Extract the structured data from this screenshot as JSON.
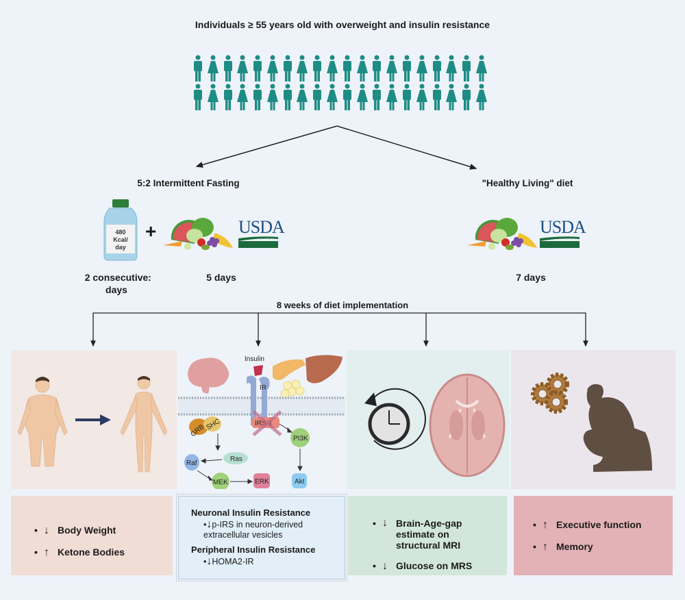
{
  "header": {
    "title": "Individuals ≥ 55 years old with overweight and insulin resistance"
  },
  "population": {
    "rows": 2,
    "per_row": 20,
    "pattern": [
      "male",
      "female"
    ],
    "color": "#1e8c84"
  },
  "arms": {
    "left": {
      "label": "5:2 Intermittent Fasting",
      "bottle_label": [
        "480",
        "Kcal/",
        "day"
      ],
      "fasting_days": "2 consecutive",
      "fasting_days_2": "days",
      "separator": ":",
      "plus": "+",
      "usda": "USDA",
      "normal_days": "5 days"
    },
    "right": {
      "label": "\"Healthy Living\" diet",
      "usda": "USDA",
      "days": "7 days"
    }
  },
  "implementation": {
    "label": "8 weeks of diet implementation"
  },
  "panels": [
    {
      "id": "body",
      "bg": "#f2e8e4",
      "outcomes": [
        {
          "dir": "↓",
          "text": "Body Weight"
        },
        {
          "dir": "↑",
          "text": "Ketone Bodies"
        }
      ],
      "box_bg": "#f0ddd6"
    },
    {
      "id": "insulin",
      "bg": "#eef3f9",
      "labels": {
        "insulin": "Insulin",
        "ir": "IR",
        "grb2": "GRB-2",
        "shc": "SHC",
        "irs1": "IRS-1",
        "pi3k": "PI3K",
        "ras": "Ras",
        "raf": "Raf",
        "mek": "MEK",
        "erk": "ERK",
        "akt": "Akt"
      },
      "sections": [
        {
          "heading": "Neuronal Insulin Resistance",
          "dir": "↓",
          "text": "p-IRS in neuron-derived extracellular vesicles"
        },
        {
          "heading": "Peripheral Insulin Resistance",
          "dir": "↓",
          "text": "HOMA2-IR"
        }
      ],
      "box_bg": "#e2eff8"
    },
    {
      "id": "brain",
      "bg": "#e2efee",
      "outcomes": [
        {
          "dir": "↓",
          "text": "Brain-Age-gap estimate on structural MRI"
        },
        {
          "dir": "↓",
          "text": "Glucose on MRS"
        }
      ],
      "box_bg": "#d3e6dc"
    },
    {
      "id": "cognition",
      "bg": "#ebe6ec",
      "outcomes": [
        {
          "dir": "↑",
          "text": "Executive function"
        },
        {
          "dir": "↑",
          "text": "Memory"
        }
      ],
      "box_bg": "#e3b2b6"
    }
  ]
}
